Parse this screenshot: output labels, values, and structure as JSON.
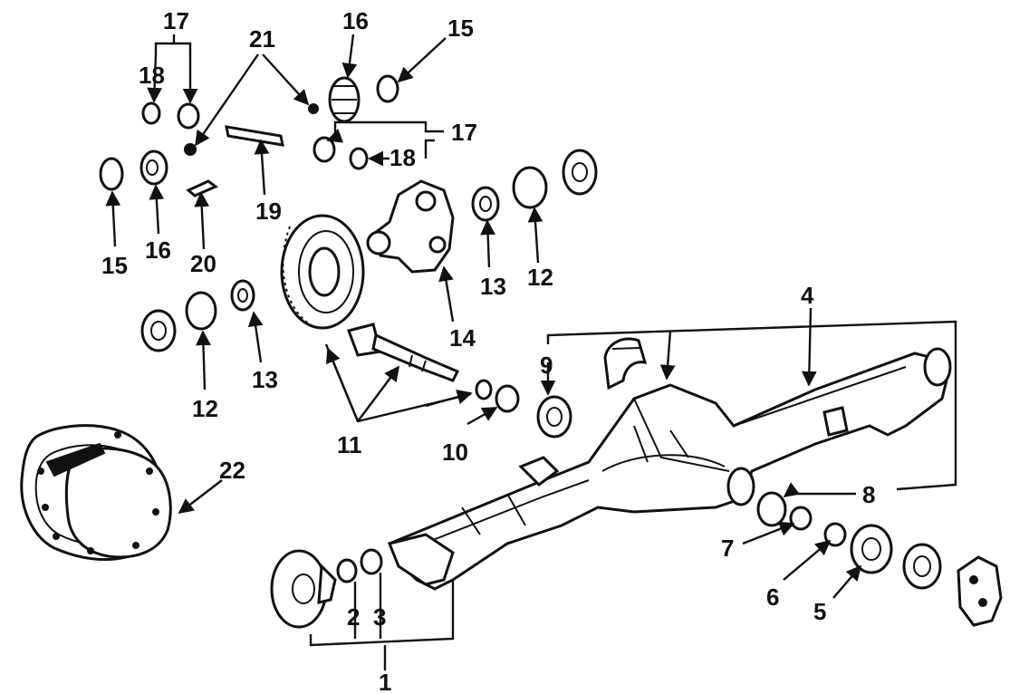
{
  "colors": {
    "ink": "#111111",
    "paper": "#ffffff"
  },
  "callouts": {
    "l1": "1",
    "l2": "2",
    "l3": "3",
    "l4": "4",
    "l5": "5",
    "l6": "6",
    "l7": "7",
    "l8": "8",
    "l9": "9",
    "l10": "10",
    "l11": "11",
    "l12a": "12",
    "l12b": "12",
    "l13a": "13",
    "l13b": "13",
    "l14": "14",
    "l15a": "15",
    "l15b": "15",
    "l16a": "16",
    "l16b": "16",
    "l17a": "17",
    "l17b": "17",
    "l18a": "18",
    "l18b": "18",
    "l19": "19",
    "l20": "20",
    "l21": "21",
    "l22": "22"
  }
}
